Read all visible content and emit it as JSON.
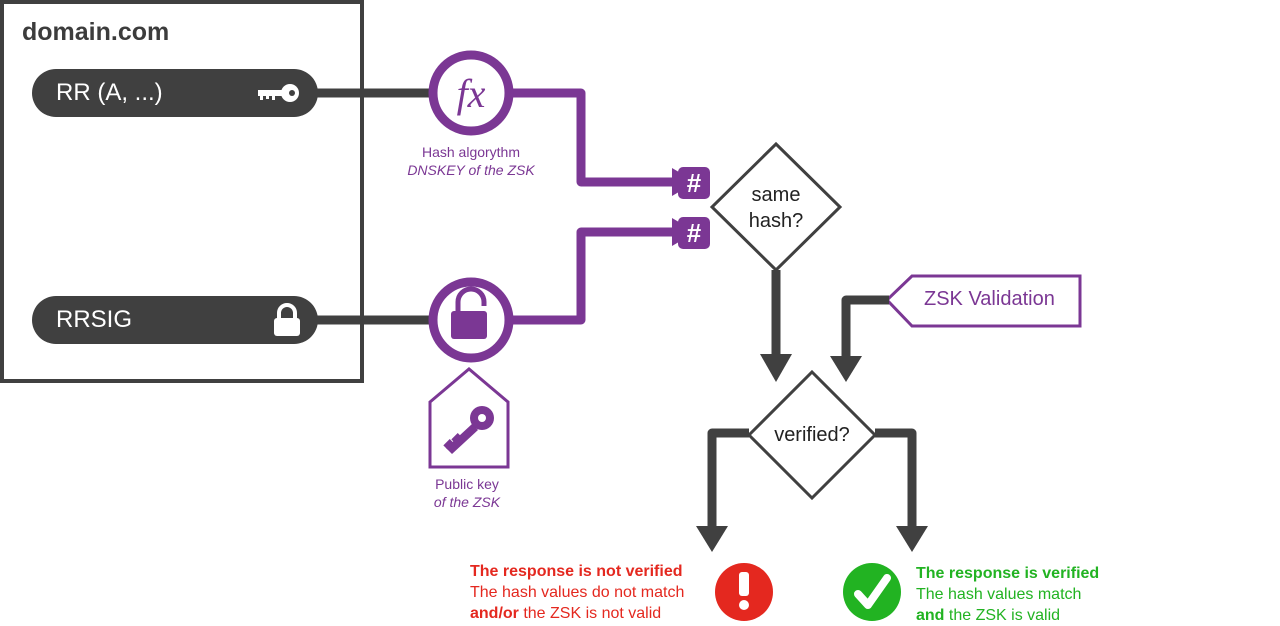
{
  "domain": {
    "title": "domain.com"
  },
  "records": {
    "rr_label": "RR (A, ...)",
    "rrsig_label": "RRSIG"
  },
  "hash_algorithm": {
    "line1": "Hash algorythm",
    "line2": "DNSKEY of the ZSK",
    "symbol": "fx"
  },
  "public_key": {
    "line1": "Public key",
    "line2": "of the ZSK"
  },
  "hash_symbol": "#",
  "decisions": {
    "same_hash_line1": "same",
    "same_hash_line2": "hash?",
    "verified": "verified?"
  },
  "zsk_validation": "ZSK Validation",
  "results": {
    "not_verified": {
      "title": "The response is not verified",
      "line2": "The hash values do not match",
      "line3_bold": "and/or",
      "line3_rest": " the ZSK is not valid"
    },
    "verified": {
      "title": "The response is verified",
      "line2": "The hash values match",
      "line3_bold": "and",
      "line3_rest": " the ZSK is valid"
    }
  },
  "colors": {
    "purple": "#7b3794",
    "dark": "#404040",
    "red": "#e4281f",
    "green": "#22b322"
  },
  "icons": [
    "key-icon",
    "lock-icon",
    "function-icon",
    "unlocked-padlock-icon",
    "house-key-icon",
    "exclamation-icon",
    "checkmark-icon"
  ]
}
